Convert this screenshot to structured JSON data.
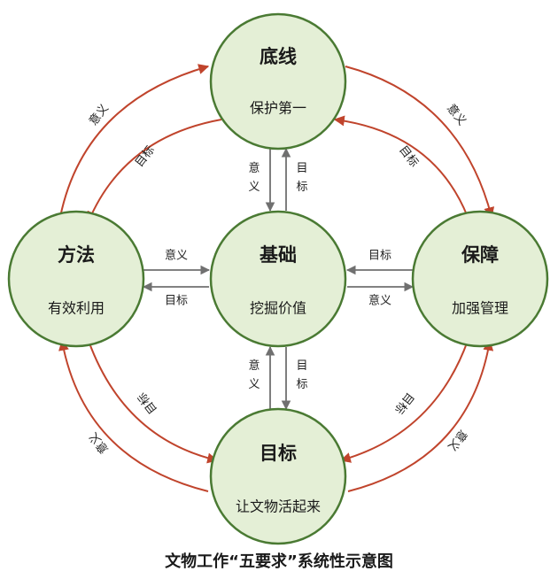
{
  "colors": {
    "node_fill": "#e4efd6",
    "node_stroke": "#4a7a33",
    "outer_arrow": "#c0442c",
    "inner_arrow": "#707070",
    "text": "#1a1a1a"
  },
  "nodes": {
    "top": {
      "title": "底线",
      "subtitle": "保护第一"
    },
    "left": {
      "title": "方法",
      "subtitle": "有效利用"
    },
    "center": {
      "title": "基础",
      "subtitle": "挖掘价值"
    },
    "right": {
      "title": "保障",
      "subtitle": "加强管理"
    },
    "bottom": {
      "title": "目标",
      "subtitle": "让文物活起来"
    }
  },
  "edge_labels": {
    "tl_outer": "意义",
    "tl_inner": "目标",
    "tr_outer": "意义",
    "tr_inner": "目标",
    "bl_outer": "意义",
    "bl_inner": "目标",
    "br_outer": "意义",
    "br_inner": "目标",
    "top_up": "目标",
    "top_down": "意义",
    "left_to": "意义",
    "left_from": "目标",
    "right_to": "目标",
    "right_from": "意义",
    "bottom_up": "意义",
    "bottom_down": "目标"
  },
  "caption": "文物工作“五要求”系统性示意图"
}
